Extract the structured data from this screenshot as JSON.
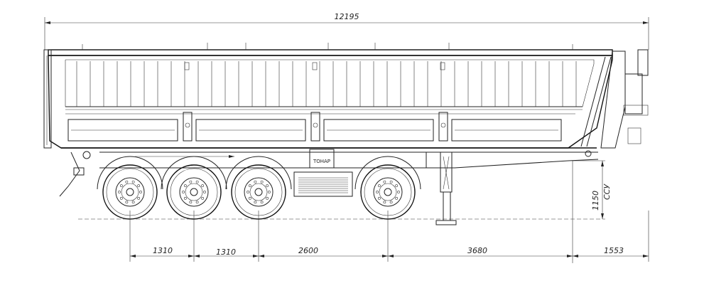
{
  "drawing": {
    "dimensions": {
      "overall_length": "12195",
      "axle_1_2": "1310",
      "axle_2_3": "1310",
      "axle_3_4": "2600",
      "axle_4_kingpin": "3680",
      "front_overhang": "1553",
      "coupling_height": "1150",
      "coupling_label": "ССУ"
    },
    "plate_text": "ТОНАР"
  }
}
